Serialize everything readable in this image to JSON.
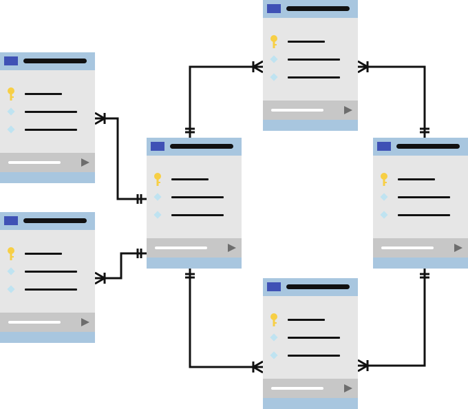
{
  "colors": {
    "header": "#a8c6df",
    "header_icon": "#3f51b5",
    "body": "#e6e6e6",
    "footer": "#c7c7c7",
    "key": "#f7cf45",
    "diamond": "#bfe3f1",
    "connector": "#111111"
  },
  "tables": [
    {
      "id": "left-top",
      "fields": [
        {
          "icon": "key-icon"
        },
        {
          "icon": "diamond-icon"
        },
        {
          "icon": "diamond-icon"
        }
      ]
    },
    {
      "id": "left-bottom",
      "fields": [
        {
          "icon": "key-icon"
        },
        {
          "icon": "diamond-icon"
        },
        {
          "icon": "diamond-icon"
        }
      ]
    },
    {
      "id": "center",
      "fields": [
        {
          "icon": "key-icon"
        },
        {
          "icon": "diamond-icon"
        },
        {
          "icon": "diamond-icon"
        }
      ]
    },
    {
      "id": "top",
      "fields": [
        {
          "icon": "key-icon"
        },
        {
          "icon": "diamond-icon"
        },
        {
          "icon": "diamond-icon"
        }
      ]
    },
    {
      "id": "right",
      "fields": [
        {
          "icon": "key-icon"
        },
        {
          "icon": "diamond-icon"
        },
        {
          "icon": "diamond-icon"
        }
      ]
    },
    {
      "id": "bottom",
      "fields": [
        {
          "icon": "key-icon"
        },
        {
          "icon": "diamond-icon"
        },
        {
          "icon": "diamond-icon"
        }
      ]
    }
  ],
  "relationships": [
    {
      "from": "center",
      "to": "left-top",
      "from_end": "one",
      "to_end": "many"
    },
    {
      "from": "center",
      "to": "left-bottom",
      "from_end": "one",
      "to_end": "many"
    },
    {
      "from": "center",
      "to": "top",
      "from_end": "one",
      "to_end": "many"
    },
    {
      "from": "center",
      "to": "bottom",
      "from_end": "one",
      "to_end": "many"
    },
    {
      "from": "right",
      "to": "top",
      "from_end": "one",
      "to_end": "many"
    },
    {
      "from": "right",
      "to": "bottom",
      "from_end": "one",
      "to_end": "many"
    }
  ]
}
